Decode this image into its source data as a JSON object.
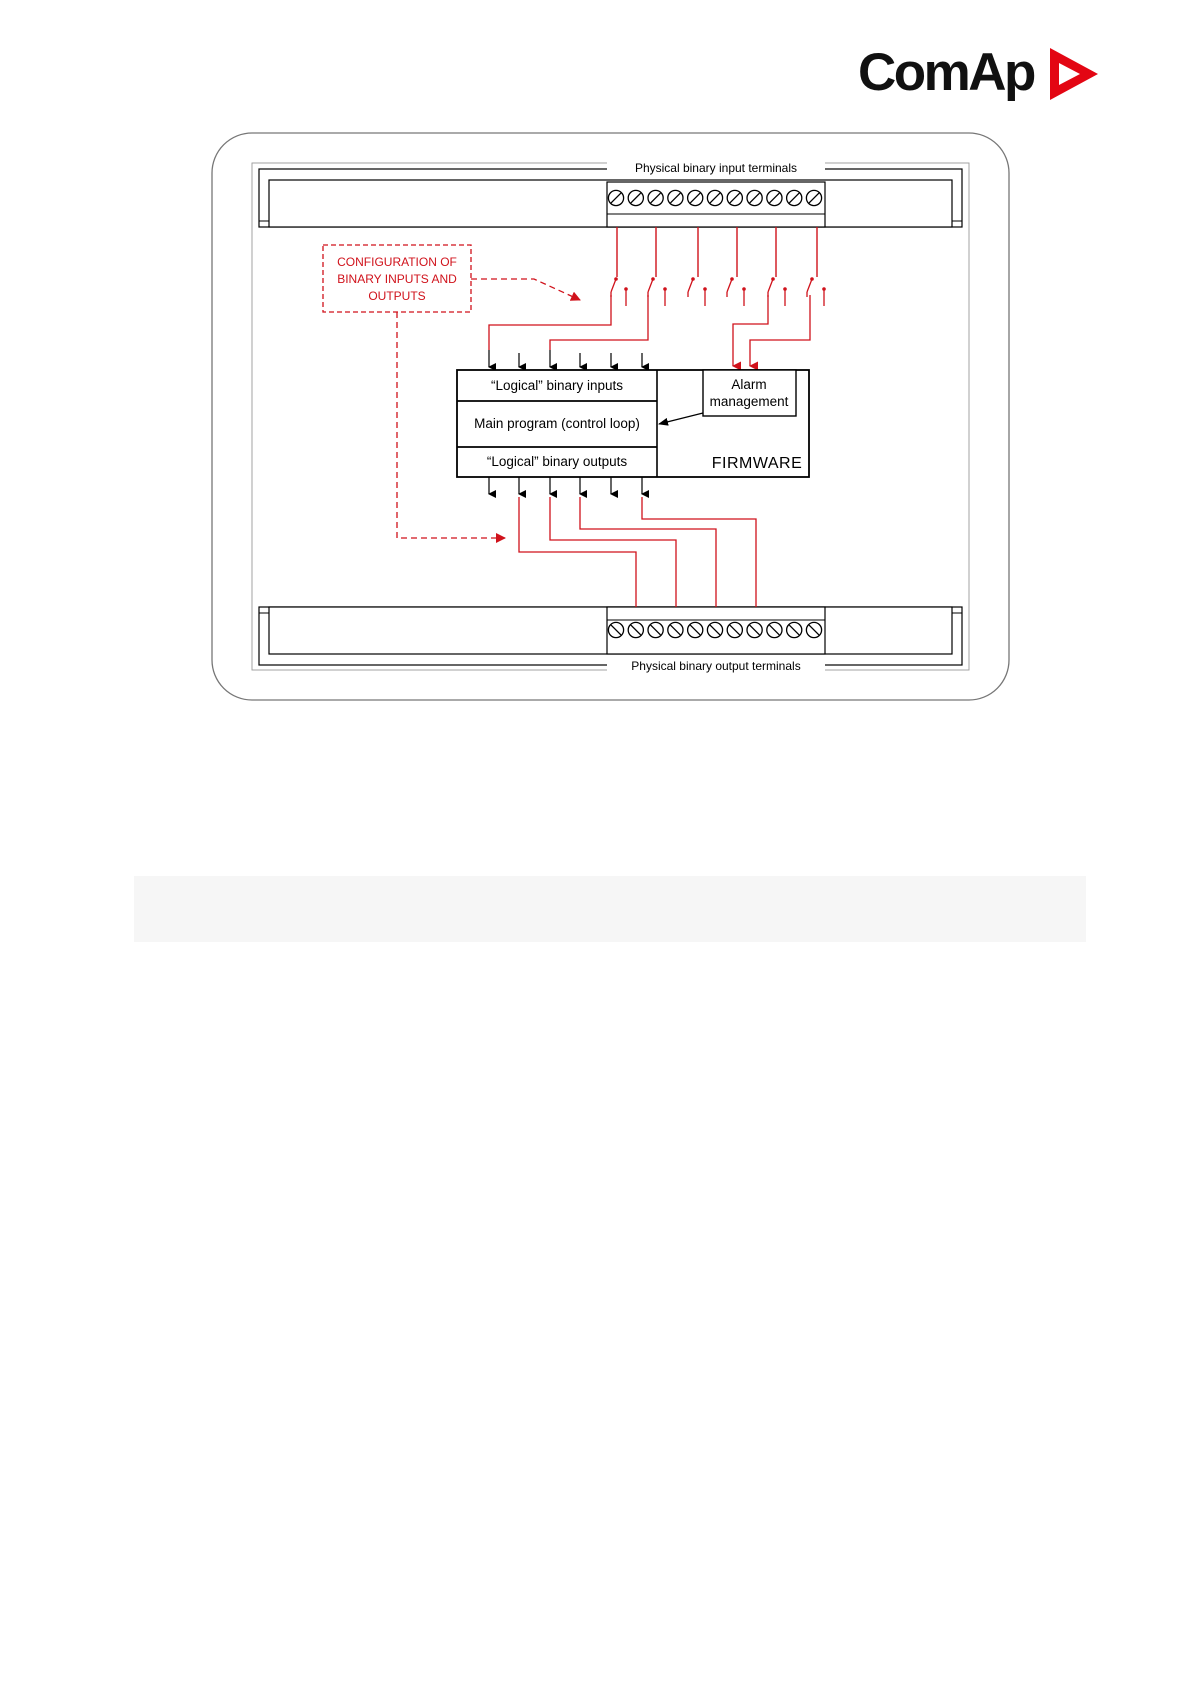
{
  "brand": {
    "name": "ComAp",
    "logo_text": "ComAp",
    "accent_color": "#e30613"
  },
  "diagram": {
    "input_terminals_label": "Physical binary input terminals",
    "output_terminals_label": "Physical binary output terminals",
    "configuration_label": [
      "CONFIGURATION OF",
      "BINARY INPUTS AND",
      "OUTPUTS"
    ],
    "logical_inputs_label": "“Logical” binary inputs",
    "main_program_label": "Main program (control loop)",
    "logical_outputs_label": "“Logical” binary outputs",
    "alarm_label": [
      "Alarm",
      "management"
    ],
    "firmware_label": "FIRMWARE",
    "terminal_count": 11,
    "colors": {
      "line": "#000000",
      "config": "#d0121b"
    }
  },
  "note": {
    "text": ""
  }
}
